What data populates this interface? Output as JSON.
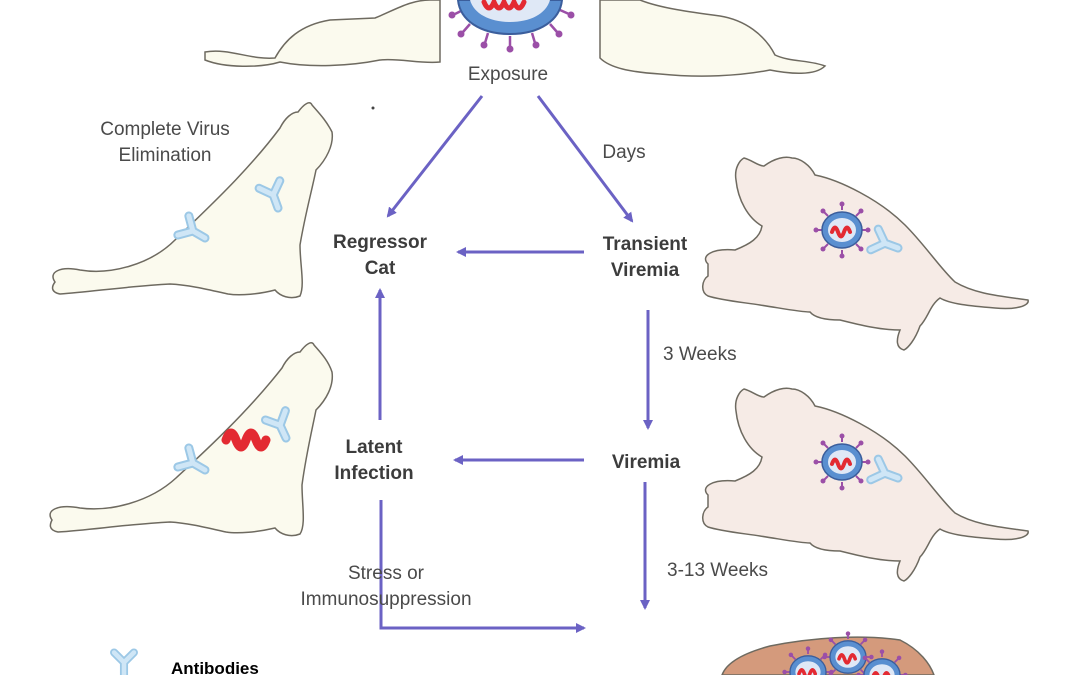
{
  "labels": {
    "exposure": "Exposure",
    "days": "Days",
    "complete_virus_elimination": [
      "Complete Virus",
      "Elimination"
    ],
    "regressor_cat": [
      "Regressor",
      "Cat"
    ],
    "transient_viremia": [
      "Transient",
      "Viremia"
    ],
    "three_weeks": "3 Weeks",
    "viremia": "Viremia",
    "latent_infection": [
      "Latent",
      "Infection"
    ],
    "stress_immunosuppression": [
      "Stress or",
      "Immunosuppression"
    ],
    "three_13_weeks": "3-13 Weeks"
  },
  "legend": {
    "antibodies": "Antibodies"
  },
  "colors": {
    "arrow": "#6b62c4",
    "cat_white": "#fbfaee",
    "cat_pink": "#f6ebe6",
    "cat_sick": "#d49a7c",
    "cat_outline": "#6e6a60",
    "antibody": "#b9daf0",
    "virus_red": "#e32a32",
    "virus_blue": "#5a8fd0",
    "virus_spike": "#9b4fa7"
  }
}
